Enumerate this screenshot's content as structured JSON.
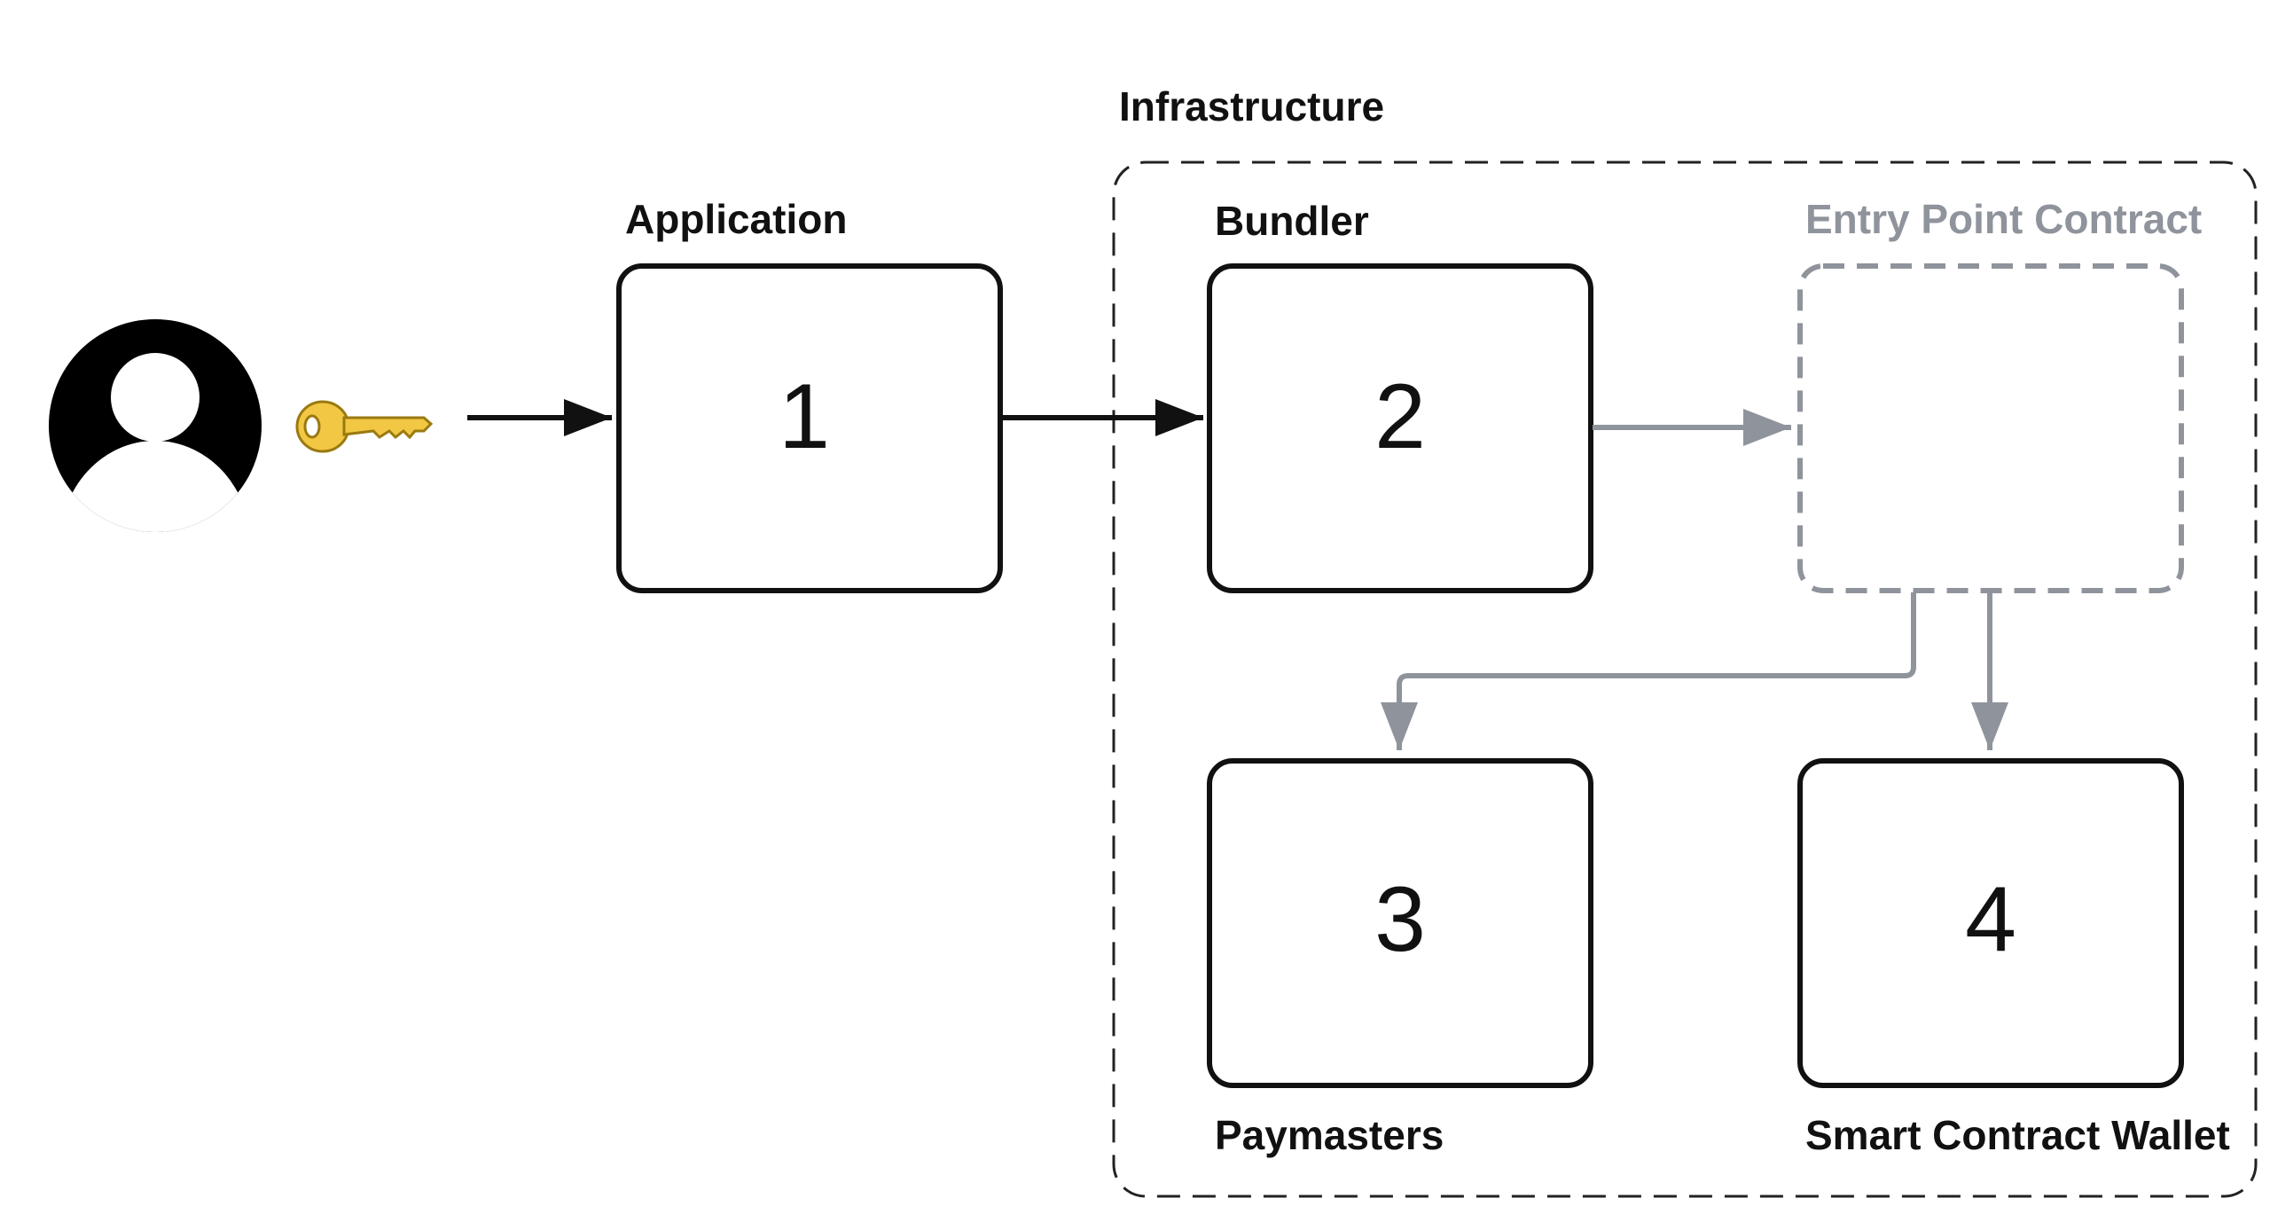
{
  "labels": {
    "infrastructure": "Infrastructure",
    "application": "Application",
    "bundler": "Bundler",
    "entry_point": "Entry Point Contract",
    "paymasters": "Paymasters",
    "wallet": "Smart Contract Wallet"
  },
  "boxes": {
    "application": "1",
    "bundler": "2",
    "paymasters": "3",
    "wallet": "4"
  },
  "icons": {
    "user": "user-avatar-icon",
    "key": "key-icon"
  },
  "colors": {
    "key": "#f2c744",
    "muted": "#8f949c",
    "ink": "#111111"
  }
}
